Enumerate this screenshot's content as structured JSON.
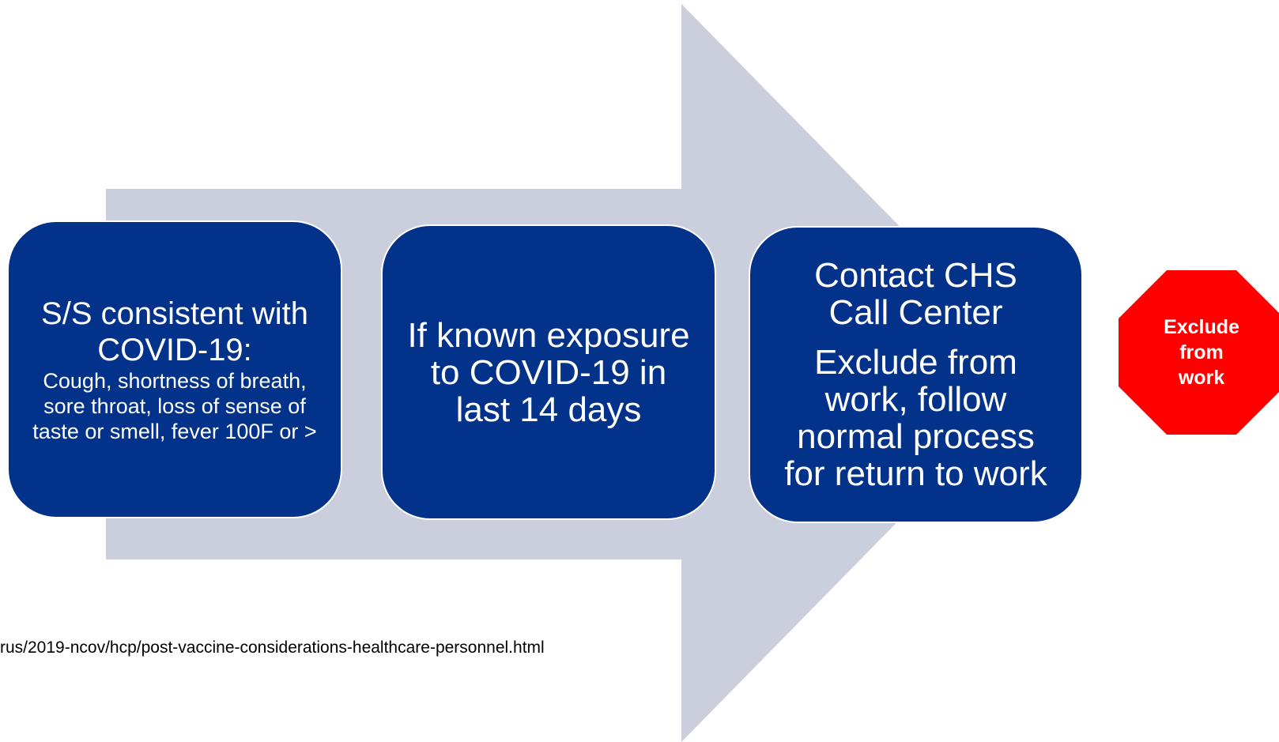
{
  "colors": {
    "arrow": "#CBCEDD",
    "box": "#023289",
    "stop": "#FF0000",
    "text_light": "#FFFFFF",
    "text_dark": "#000000"
  },
  "steps": [
    {
      "heading": "S/S consistent with COVID-19:",
      "detail": "Cough, shortness of breath, sore throat, loss of sense of taste or smell, fever 100F or >"
    },
    {
      "text": "If known exposure to COVID-19 in last 14 days"
    },
    {
      "title": "Contact CHS Call Center",
      "text": "Exclude from work, follow normal process for return to work"
    }
  ],
  "stop_sign": {
    "label": "Exclude from work",
    "icon": "stop-sign-icon"
  },
  "source_url": "rus/2019-ncov/hcp/post-vaccine-considerations-healthcare-personnel.html"
}
